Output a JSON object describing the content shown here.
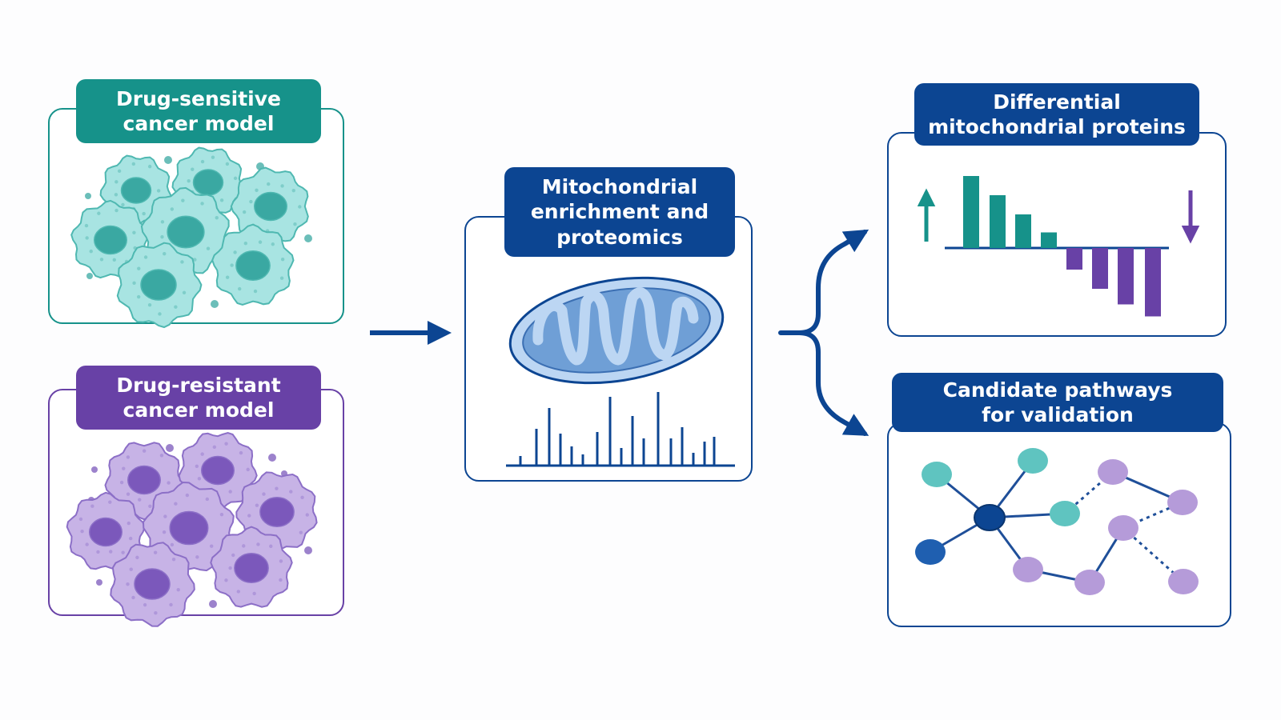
{
  "colors": {
    "teal": "#16928a",
    "teal_light": "#8fdad7",
    "purple": "#6841a6",
    "purple_light": "#b59bd9",
    "navy": "#0c4592",
    "blue_mid": "#4f87c8",
    "blue_light": "#a9c9ee"
  },
  "inputs": {
    "sensitive_label": "Drug-sensitive\ncancer model",
    "resistant_label": "Drug-resistant\ncancer model"
  },
  "process": {
    "label": "Mitochondrial\nenrichment and\nproteomics"
  },
  "outputs": {
    "differential_label": "Differential\nmitochondrial proteins",
    "pathways_label": "Candidate pathways\nfor validation",
    "up_values": [
      3.0,
      2.2,
      1.4,
      0.65
    ],
    "down_values": [
      0.9,
      1.7,
      2.35,
      2.85
    ]
  },
  "icons": {
    "sensitive_cells": "cell-cluster-icon",
    "resistant_cells": "cell-cluster-icon",
    "mitochondrion": "mitochondrion-icon",
    "spectrum": "mass-spectrum-icon",
    "network": "protein-network-icon",
    "up": "up-arrow-icon",
    "down": "down-arrow-icon"
  }
}
